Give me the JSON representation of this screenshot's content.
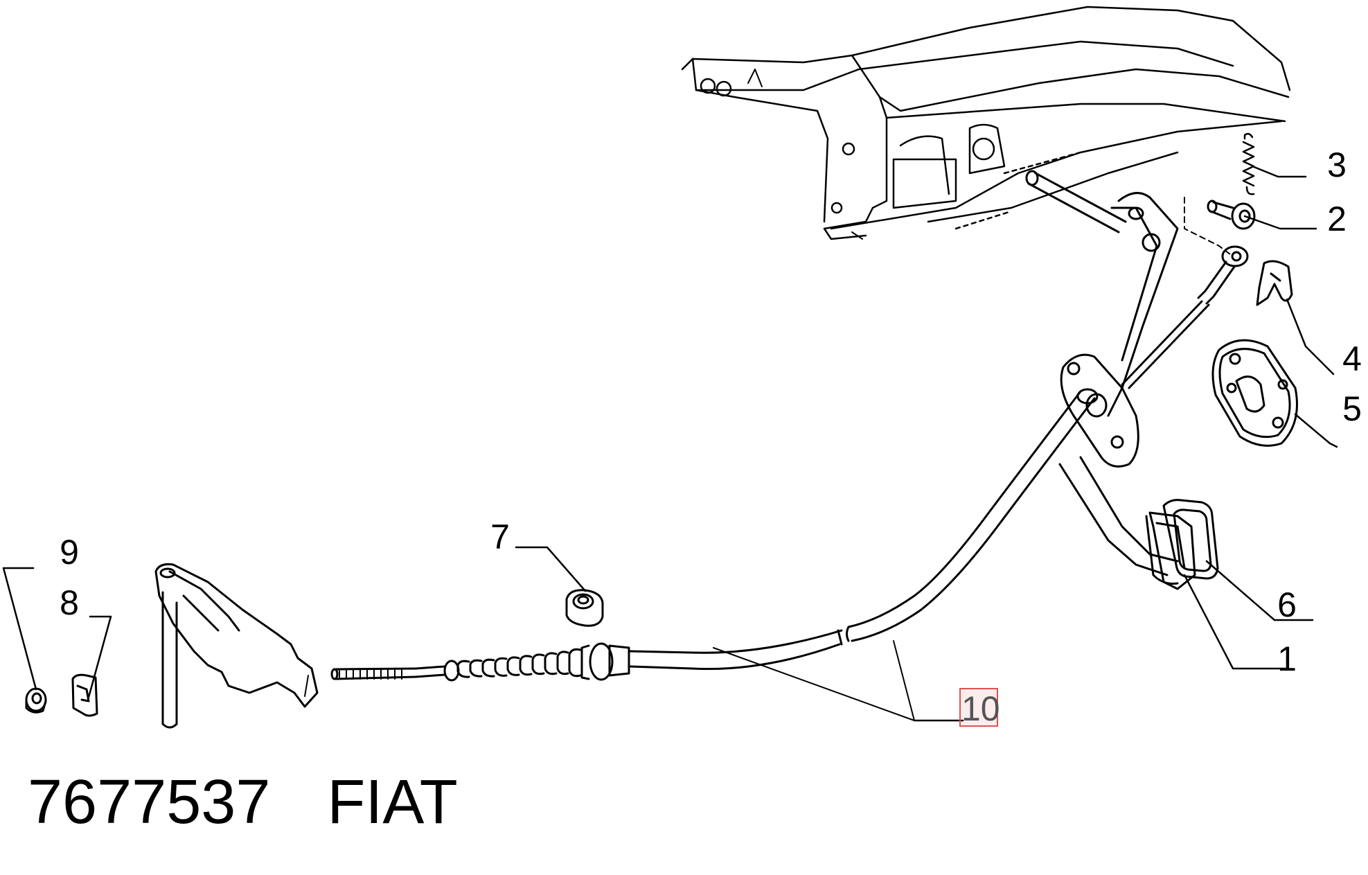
{
  "diagram": {
    "callouts": [
      {
        "id": "1",
        "label": "1"
      },
      {
        "id": "2",
        "label": "2"
      },
      {
        "id": "3",
        "label": "3"
      },
      {
        "id": "4",
        "label": "4"
      },
      {
        "id": "5",
        "label": "5"
      },
      {
        "id": "6",
        "label": "6"
      },
      {
        "id": "7",
        "label": "7"
      },
      {
        "id": "8",
        "label": "8"
      },
      {
        "id": "9",
        "label": "9"
      },
      {
        "id": "10",
        "label": "10"
      }
    ],
    "highlighted_callout": "10",
    "highlight_color": "#e0524f"
  },
  "caption": {
    "part_number": "7677537",
    "brand": "FIAT"
  }
}
